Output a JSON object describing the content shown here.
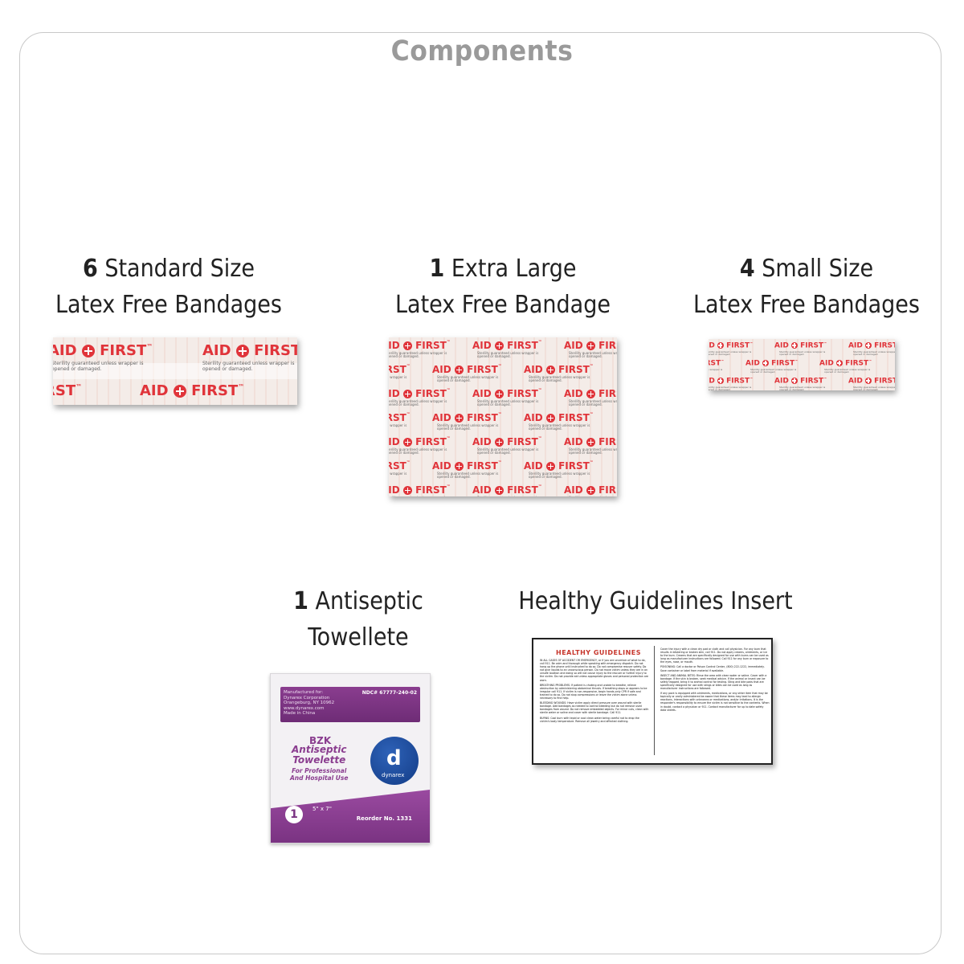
{
  "page": {
    "title": "Components"
  },
  "components": [
    {
      "count": "6",
      "line1_rest": "Standard Size",
      "line2": "Latex Free Bandages"
    },
    {
      "count": "1",
      "line1_rest": "Extra Large",
      "line2": "Latex Free Bandage"
    },
    {
      "count": "4",
      "line1_rest": "Small Size",
      "line2": "Latex Free Bandages"
    },
    {
      "count": "1",
      "line1_rest": "Antiseptic",
      "line2": "Towellete"
    },
    {
      "count": "",
      "line1_rest": "Healthy Guidelines Insert",
      "line2": ""
    }
  ],
  "bandage_print": {
    "brand_left": "AID",
    "brand_right": "FIRST",
    "tm": "™",
    "fine_print": "Sterility guaranteed unless wrapper is\nopened or damaged."
  },
  "towelette": {
    "manufacturer": "Manufactured for:\nDynarex Corporation\nOrangeburg, NY 10962\nwww.dynarex.com\nMade in China",
    "ndc": "NDC# 67777-240-02",
    "bzk": "BZK",
    "product": "Antiseptic\nTowelette",
    "use": "For Professional\nAnd Hospital Use",
    "brand": "dynarex",
    "count": "1",
    "size": "5\" x 7\"",
    "reorder": "Reorder No. 1331"
  },
  "insert": {
    "heading": "HEALTHY GUIDELINES",
    "left_paragraphs": [
      "IN ALL CASES OF ACCIDENT OR EMERGENCY, or if you are uncertain of what to do, call 911. Be calm and thorough while speaking with emergency dispatch. Do not hang up the phone until instructed to do so. Do not compromise rescuer safety. Do not give liquids to an unconscious person. Do not move victim unless they are in an unsafe location and doing so will not cause injury to the rescuer or further injury to the victim. Do not provide aid unless appropriate gloves and personal protection are worn.",
      "BREATHING PROBLEMS: If patient is choking and unable to breathe, relieve obstruction by administering abdominal thrusts. If breathing stops or appears to be irregular call 911. If victim is non-responsive, begin hands-only CPR if safe and trained to do so. Do not stop compressions or leave the victim alone unless necessary to find help.",
      "BLEEDING WOUNDS: Have victim apply direct pressure over wound with sterile bandage. Add bandages as needed to control bleeding but do not remove used bandages from wound. Do not remove embedded objects. For minor cuts, clean with sterile water or saline and cover with sterile bandage. Call 911.",
      "BURNS: Cool burn with tepid or cool clean water being careful not to drop the victim's body temperature. Remove all jewelry and affected clothing."
    ],
    "right_paragraphs": [
      "Cover the injury with a clean dry pad or cloth and call physician. For any burn that results in blistering or broken skin, call 911. Do not apply creams, ointments, or ice to the burn. Creams that are specifically designed for use with burns can be used as long as manufacturer instructions are followed. Call 911 for any burn or exposure to the eyes, nose, or mouth.",
      "POISONING: Call a doctor or Poison Control Center, (800) 222-1222, immediately. Save container or label from material if available.",
      "INSECT AND ANIMAL BITES: Rinse the area with clean water or saline. Cover with a bandage. If the skin is broken, seek medical advice. If the animal or insect can be safely trapped, bring it to animal control for testing. Sting and bite pads that are specifically designed for use with stings or bites can be used as long as manufacturer instructions are followed.",
      "If any pack is equipped with ointments, medications, or any other item that may be topically or orally administered be aware that these items may lead to allergic reactions, interactions with unknowns or medications, and/or irritations. It is the responder's responsibility to ensure the victim is not sensitive to the contents. When in doubt, contact a physician or 911. Contact manufacturer for up to date safety data sheets."
    ]
  },
  "colors": {
    "title": "#9a9a9a",
    "brand_red": "#e0343a",
    "packet_purple": "#8a3d8f",
    "dynarex_blue": "#1f4fa0"
  }
}
